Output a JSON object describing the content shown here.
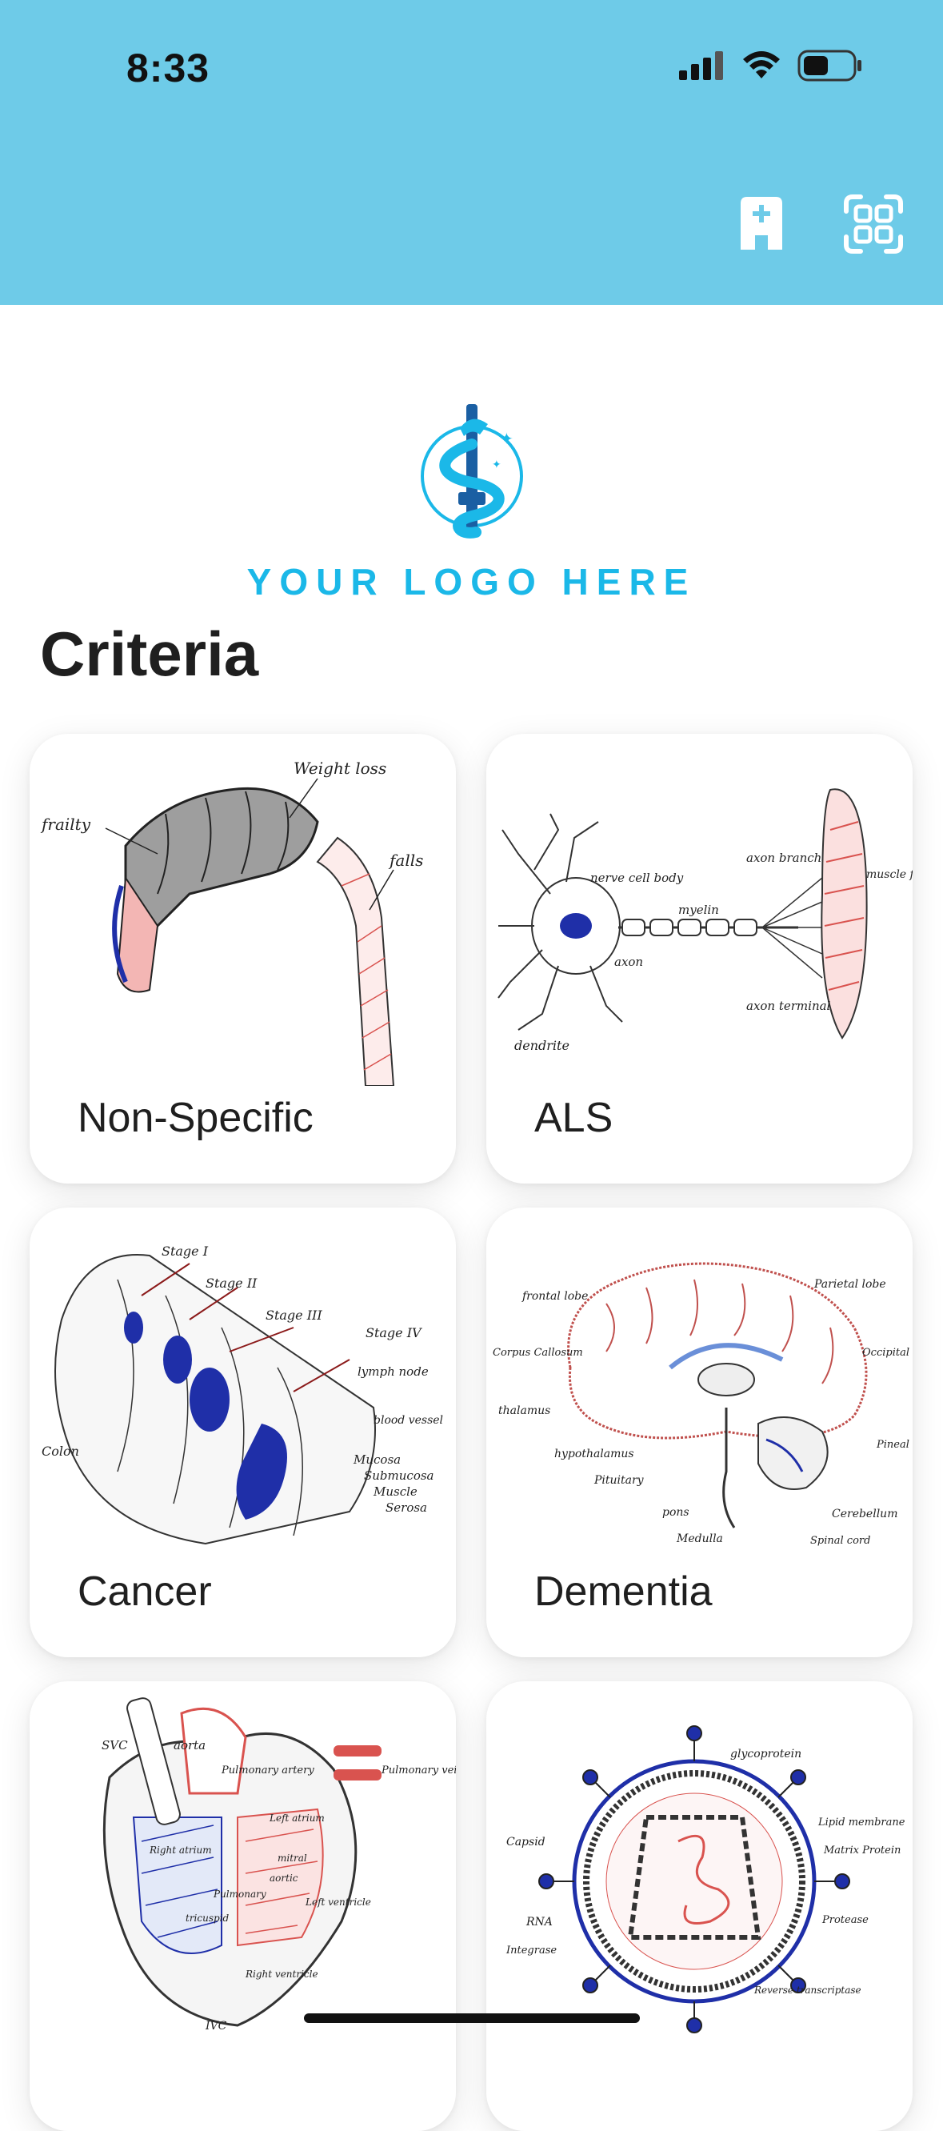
{
  "status_bar": {
    "time": "8:33"
  },
  "header": {
    "hospital_button_icon": "hospital-icon",
    "scan_button_icon": "qr-scan-icon"
  },
  "logo": {
    "text": "YOUR LOGO HERE",
    "icon": "caduceus-syringe-logo"
  },
  "section_title": "Criteria",
  "cards": [
    {
      "label": "Non-Specific",
      "art_labels": [
        "Weight loss",
        "frailty",
        "falls"
      ]
    },
    {
      "label": "ALS",
      "art_labels": [
        "nerve cell body",
        "myelin",
        "axon",
        "axon branch",
        "muscle fiber",
        "axon terminal",
        "dendrite"
      ]
    },
    {
      "label": "Cancer",
      "art_labels": [
        "Stage I",
        "Stage II",
        "Stage III",
        "Stage IV",
        "lymph node",
        "blood vessel",
        "Colon",
        "Mucosa",
        "Submucosa",
        "Muscle",
        "Serosa"
      ]
    },
    {
      "label": "Dementia",
      "art_labels": [
        "frontal lobe",
        "Parietal lobe",
        "Corpus Callosum",
        "Occipital",
        "thalamus",
        "hypothalamus",
        "Pineal",
        "Pituitary",
        "pons",
        "Cerebellum",
        "Medulla",
        "Spinal cord"
      ]
    },
    {
      "label": "",
      "art_labels": [
        "SVC",
        "aorta",
        "Pulmonary artery",
        "Pulmonary veins",
        "Left atrium",
        "Right atrium",
        "mitral",
        "aortic",
        "Left ventricle",
        "Right ventricle",
        "tricuspid",
        "Pulmonary",
        "IVC"
      ]
    },
    {
      "label": "",
      "art_labels": [
        "glycoprotein",
        "Lipid membrane",
        "Capsid",
        "Matrix Protein",
        "Protease",
        "RNA",
        "Integrase",
        "Reverse transcriptase"
      ]
    }
  ],
  "colors": {
    "header_bg": "#6ecbe8",
    "logo_accent": "#1bb8e8",
    "art_red": "#d9534f",
    "art_blue": "#1f2fa8"
  }
}
